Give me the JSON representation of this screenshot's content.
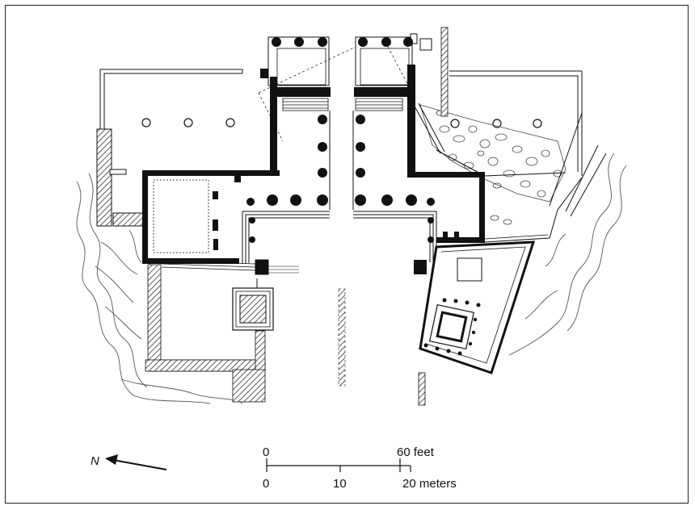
{
  "plan": {
    "north_label": "N",
    "scale_feet": {
      "start": "0",
      "end": "60 feet"
    },
    "scale_meters": {
      "start": "0",
      "mid": "10",
      "end": "20 meters"
    }
  }
}
